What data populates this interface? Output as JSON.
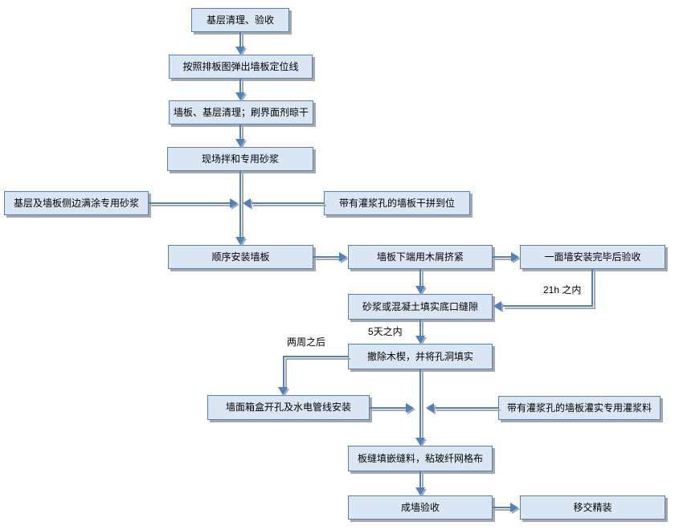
{
  "colors": {
    "box_fill": "#dbe6f4",
    "box_border": "#4f81bd",
    "connector": "#4f81bd",
    "shadow": "#a8a8a8",
    "text": "#000000"
  },
  "nodes": {
    "n1": {
      "label": "基层清理、验收"
    },
    "n2": {
      "label": "按照排板图弹出墙板定位线"
    },
    "n3": {
      "label": "墙板、基层清理；刷界面剂晾干"
    },
    "n4": {
      "label": "现场拌和专用砂浆"
    },
    "n5": {
      "label": "基层及墙板侧边满涂专用砂浆"
    },
    "n6": {
      "label": "带有灌浆孔的墙板干拼到位"
    },
    "n7": {
      "label": "顺序安装墙板"
    },
    "n8": {
      "label": "墙板下端用木屑挤紧"
    },
    "n9": {
      "label": "一面墙安装完毕后验收"
    },
    "n10": {
      "label": "砂浆或混凝土填实底口缝隙"
    },
    "n11": {
      "label": "撤除木楔，并将孔洞填实"
    },
    "n12": {
      "label": "墙面箱盒开孔及水电管线安装"
    },
    "n13": {
      "label": "带有灌浆孔的墙板灌实专用灌浆料"
    },
    "n14": {
      "label": "板缝填嵌缝料，粘玻纤网格布"
    },
    "n15": {
      "label": "成墙验收"
    },
    "n16": {
      "label": "移交精装"
    }
  },
  "edge_labels": {
    "within_21h": "21h 之内",
    "within_5_days": "5天之内",
    "after_two_weeks": "两周之后"
  }
}
